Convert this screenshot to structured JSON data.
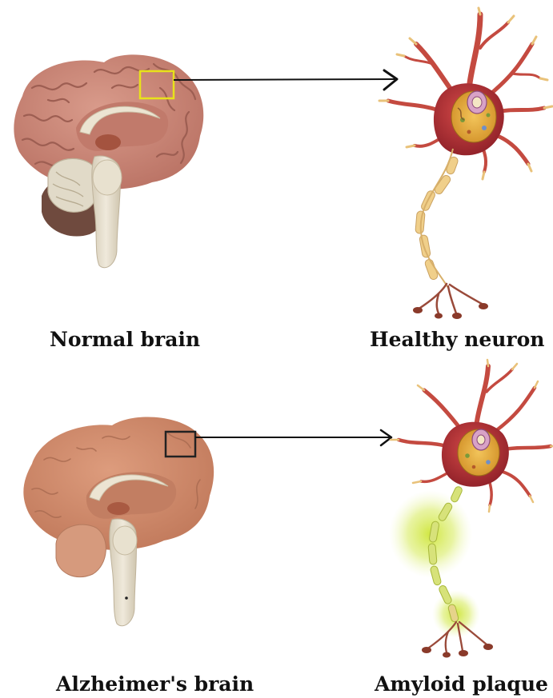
{
  "captions": {
    "normal_brain": "Normal brain",
    "healthy_neuron": "Healthy neuron",
    "alzheimers_brain": "Alzheimer's brain",
    "amyloid_plaque": "Amyloid plaque"
  },
  "colors": {
    "normal_brain_cortex": "#c98576",
    "normal_brain_gyri_line": "#9d5e52",
    "alz_brain_cortex": "#d08a6b",
    "alz_brain_gyri_line": "#a86a50",
    "brainstem": "#e6dfcf",
    "cerebellum_normal": "#7e5648",
    "highlight_box_normal": "#e8e21a",
    "highlight_box_alz": "#222222",
    "neuron_body": "#b8343a",
    "neuron_dendrite": "#c44a40",
    "neuron_terminal": "#e9c27a",
    "nucleus": "#e3a839",
    "axon_segment": "#f0cf8a",
    "plaque_glow": "#c8e21e",
    "arrow": "#111111"
  }
}
